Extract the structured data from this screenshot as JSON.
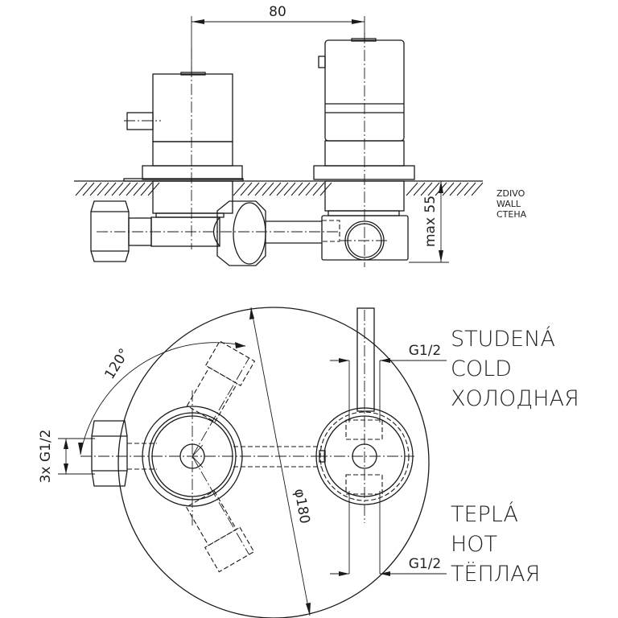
{
  "drawing": {
    "title": "Concealed shower mixer body – installation drawing",
    "dimensions": {
      "centre_distance": "80",
      "wall_depth": "max 55",
      "diameter": "φ180",
      "angle": "120°",
      "inlet_thread": "3x G1/2",
      "outlet_cold_thread": "G1/2",
      "outlet_hot_thread": "G1/2"
    },
    "wall_label": {
      "line1": "ZDIVO",
      "line2": "WALL",
      "line3": "СТЕНА"
    },
    "cold_label": {
      "line1": "STUDENÁ",
      "line2": "COLD",
      "line3": "ХОЛОДНАЯ"
    },
    "hot_label": {
      "line1": "TEPLÁ",
      "line2": "HOT",
      "line3": "ТЁПЛАЯ"
    },
    "colors": {
      "line": "#1a1a1a",
      "background": "#ffffff"
    }
  }
}
